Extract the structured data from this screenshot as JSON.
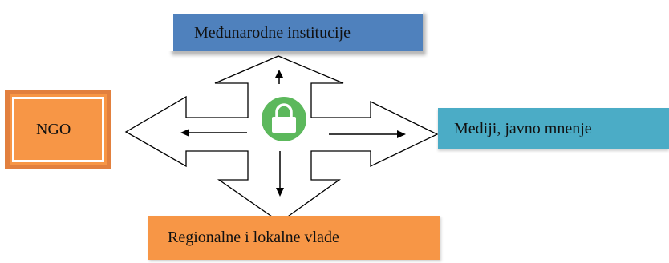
{
  "nodes": {
    "top": {
      "label": "Međunarodne institucije",
      "color": "#4f81bd"
    },
    "left": {
      "label": "NGO",
      "color": "#f79646"
    },
    "right": {
      "label": "Mediji, javno mnenje",
      "color": "#4bacc6"
    },
    "bottom": {
      "label": "Regionalne i lokalne vlade",
      "color": "#f79646"
    }
  },
  "center": {
    "icon": "lock-icon",
    "color": "#5cb85c"
  },
  "arrows": {
    "outline_color": "#000000",
    "directions": [
      "up",
      "left",
      "right",
      "down"
    ]
  }
}
